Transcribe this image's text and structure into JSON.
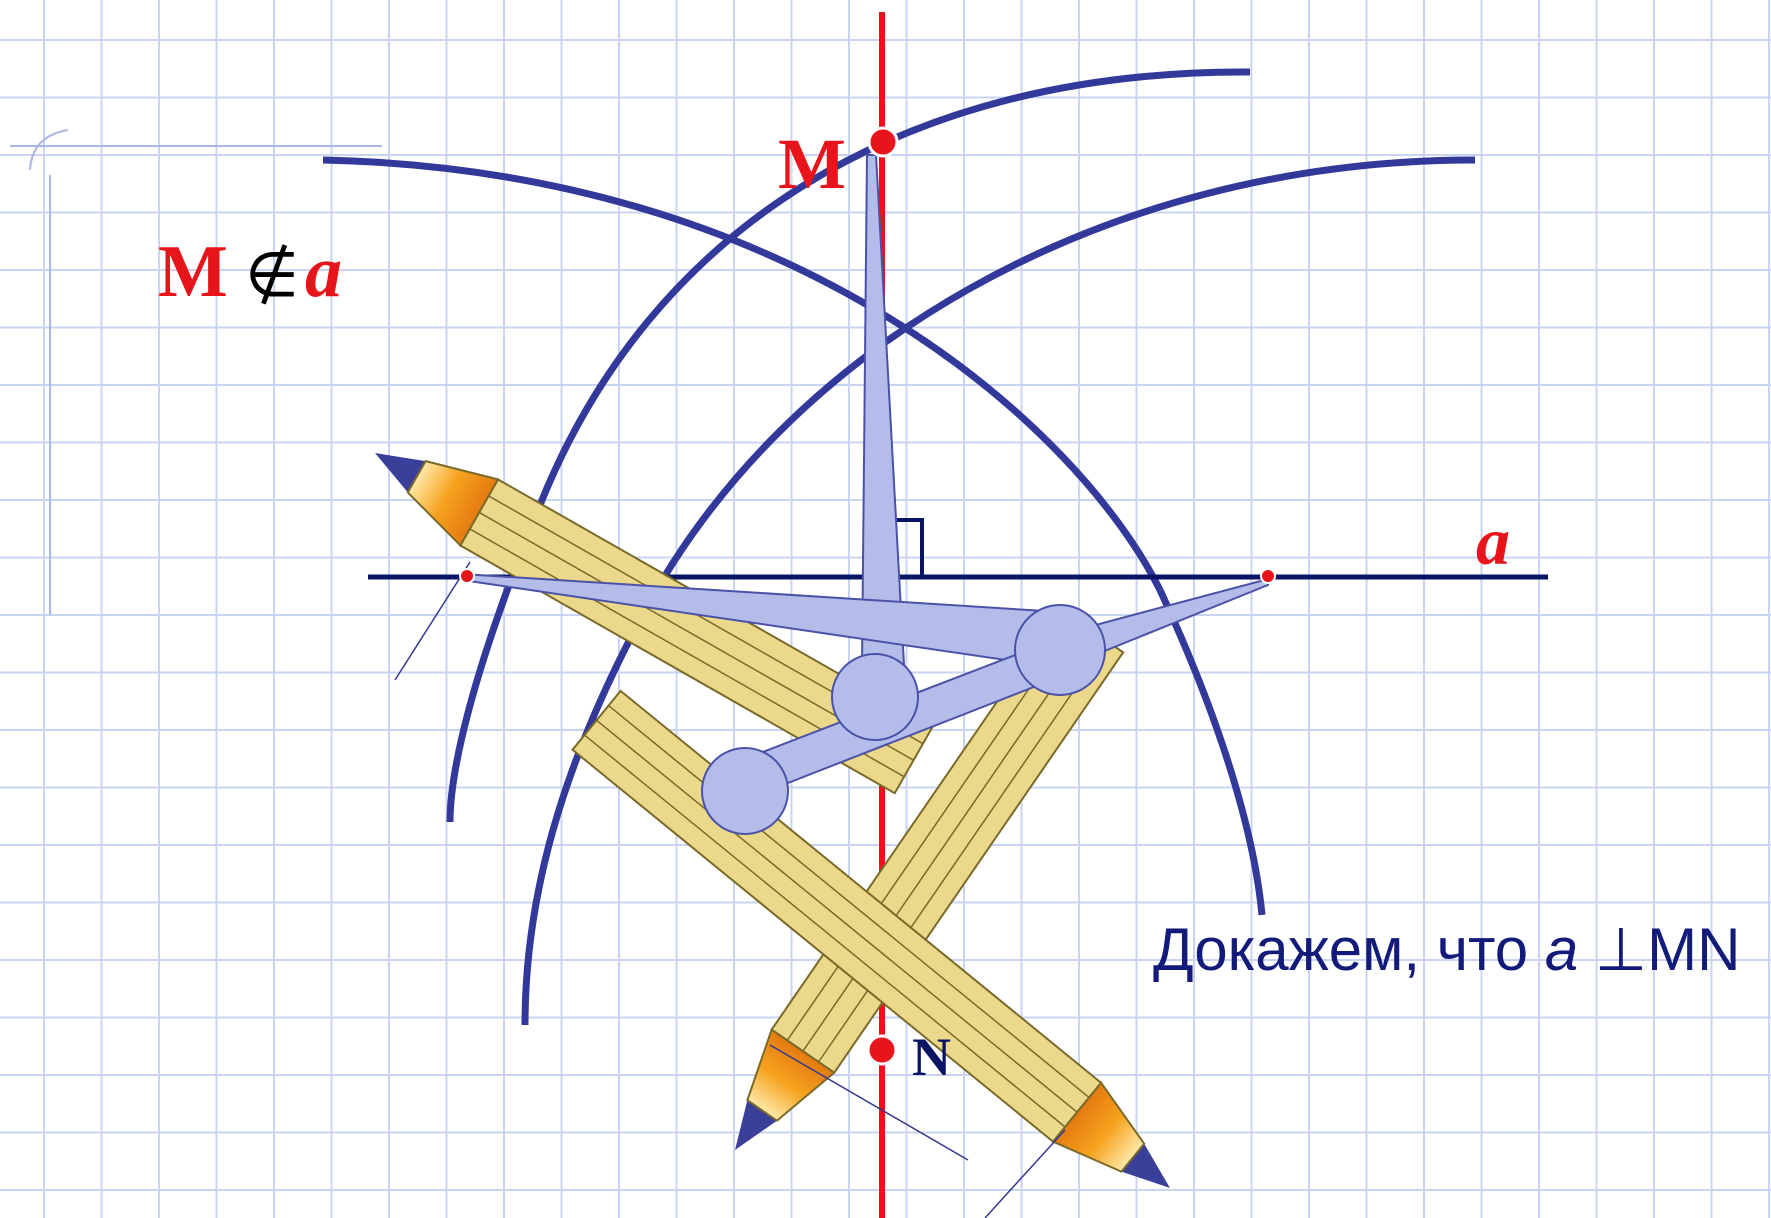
{
  "colors": {
    "grid": "#c9d4f2",
    "arc": "#33399a",
    "line_a": "#0a1464",
    "perpendicular": "#e8141b",
    "point": "#e8141b",
    "compass": "#b4bdea",
    "compass_stroke": "#4a52a8",
    "pencil": "#ebd88a",
    "pencil_stroke": "#7a6a2a",
    "tip_orange": "#f39a1c",
    "lead": "#3a3f99",
    "label_red": "#e8141b",
    "label_navy": "#0a1464",
    "caption": "#121a7a"
  },
  "labels": {
    "point_m": "M",
    "point_n": "N",
    "line_a": "a",
    "condition_point": "M",
    "condition_symbol": "∉",
    "condition_line": "a",
    "caption_prefix": "Докажем, что ",
    "caption_line": "a",
    "caption_symbol": "⊥",
    "caption_segment": "MN"
  }
}
